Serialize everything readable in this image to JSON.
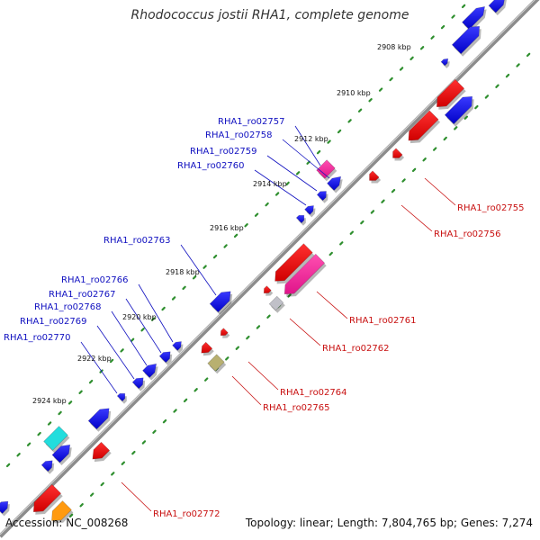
{
  "title": "Rhodococcus jostii RHA1, complete genome",
  "footer": {
    "accession": "Accession: NC_008268",
    "summary": "Topology: linear; Length: 7,804,765 bp; Genes: 7,274"
  },
  "colors": {
    "backbone": "#8c8c8c",
    "forward_label": "#1010c0",
    "reverse_label": "#c81010",
    "tick_dots": "#2f8f2f"
  },
  "ticks": [
    {
      "label": "2908 kbp"
    },
    {
      "label": "2910 kbp"
    },
    {
      "label": "2912 kbp"
    },
    {
      "label": "2914 kbp"
    },
    {
      "label": "2916 kbp"
    },
    {
      "label": "2918 kbp"
    },
    {
      "label": "2920 kbp"
    },
    {
      "label": "2922 kbp"
    },
    {
      "label": "2924 kbp"
    }
  ],
  "forward_genes": [
    {
      "label": "RHA1_ro02757"
    },
    {
      "label": "RHA1_ro02758"
    },
    {
      "label": "RHA1_ro02759"
    },
    {
      "label": "RHA1_ro02760"
    },
    {
      "label": "RHA1_ro02763"
    },
    {
      "label": "RHA1_ro02766"
    },
    {
      "label": "RHA1_ro02767"
    },
    {
      "label": "RHA1_ro02768"
    },
    {
      "label": "RHA1_ro02769"
    },
    {
      "label": "RHA1_ro02770"
    }
  ],
  "reverse_genes": [
    {
      "label": "RHA1_ro02755"
    },
    {
      "label": "RHA1_ro02756"
    },
    {
      "label": "RHA1_ro02761"
    },
    {
      "label": "RHA1_ro02762"
    },
    {
      "label": "RHA1_ro02764"
    },
    {
      "label": "RHA1_ro02765"
    },
    {
      "label": "RHA1_ro02772"
    }
  ]
}
